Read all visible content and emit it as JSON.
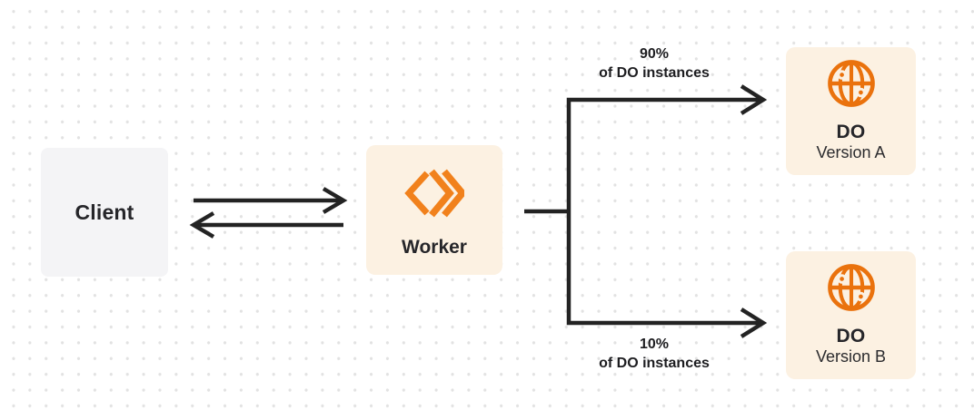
{
  "diagram": {
    "colors": {
      "canvas_background": "#ffffff",
      "dot_grid": "#e2e2e2",
      "arrow_dark": "#232323",
      "client_box_fill": "#f4f4f6",
      "cream_box_fill": "#fcf1e2",
      "worker_logo_orange": "#f1811c",
      "globe_orange": "#ea720d",
      "text_dark": "#26262a"
    },
    "nodes": {
      "client": {
        "label": "Client"
      },
      "worker": {
        "label": "Worker",
        "icon": "cloudflare-workers-logo"
      },
      "do_version_a": {
        "title": "DO",
        "subtitle": "Version A",
        "icon": "durable-object-globe"
      },
      "do_version_b": {
        "title": "DO",
        "subtitle": "Version B",
        "icon": "durable-object-globe"
      }
    },
    "labels": {
      "top_split": {
        "line1": "90%",
        "line2": "of DO instances"
      },
      "bottom_split": {
        "line1": "10%",
        "line2": "of DO instances"
      }
    },
    "edges": {
      "client_worker": "bidirectional request/response arrows",
      "worker_split": "worker output splits to DO Version A (90%) and DO Version B (10%)"
    }
  }
}
